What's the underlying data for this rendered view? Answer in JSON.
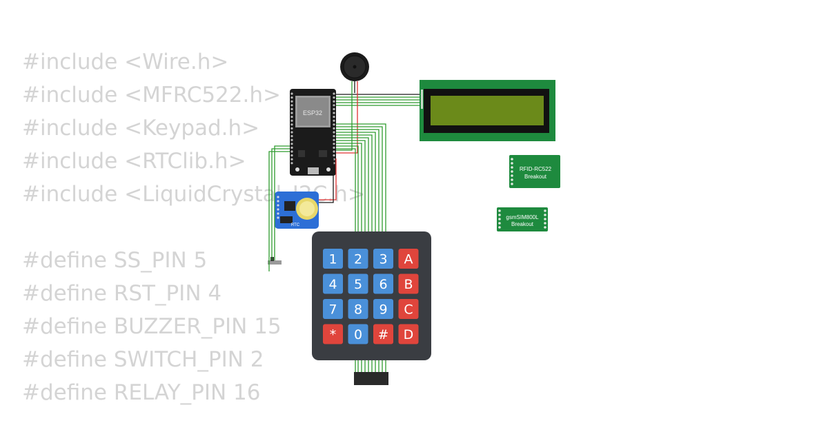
{
  "code_lines": [
    "#include <Wire.h>",
    "#include <MFRC522.h>",
    "#include <Keypad.h>",
    "#include <RTClib.h>",
    "#include <LiquidCrystal_I2C.h>",
    "",
    "#define SS_PIN 5",
    "#define RST_PIN 4",
    "#define BUZZER_PIN 15",
    "#define SWITCH_PIN 2",
    "#define RELAY_PIN 16"
  ],
  "components": {
    "esp32_label": "ESP32",
    "rfid_label": [
      "RFID-RC522",
      "Breakout"
    ],
    "gsm_label": [
      "gsmSIM800L",
      "Breakout"
    ],
    "rtc_label": "RTC"
  },
  "keypad": {
    "keys": [
      [
        "1",
        "2",
        "3",
        "A"
      ],
      [
        "4",
        "5",
        "6",
        "B"
      ],
      [
        "7",
        "8",
        "9",
        "C"
      ],
      [
        "*",
        "0",
        "#",
        "D"
      ]
    ]
  },
  "colors": {
    "code_text": "#d4d4d4",
    "wire_green": "#2e9b2e",
    "wire_red": "#e03030",
    "wire_black": "#1a1a1a",
    "pcb_green": "#1e8a3e",
    "lcd_screen": "#6b8a1a",
    "keypad_body": "#3a3d42",
    "key_blue": "#4a90d9",
    "key_red": "#e0453c",
    "rtc_blue": "#2d6fd6"
  }
}
